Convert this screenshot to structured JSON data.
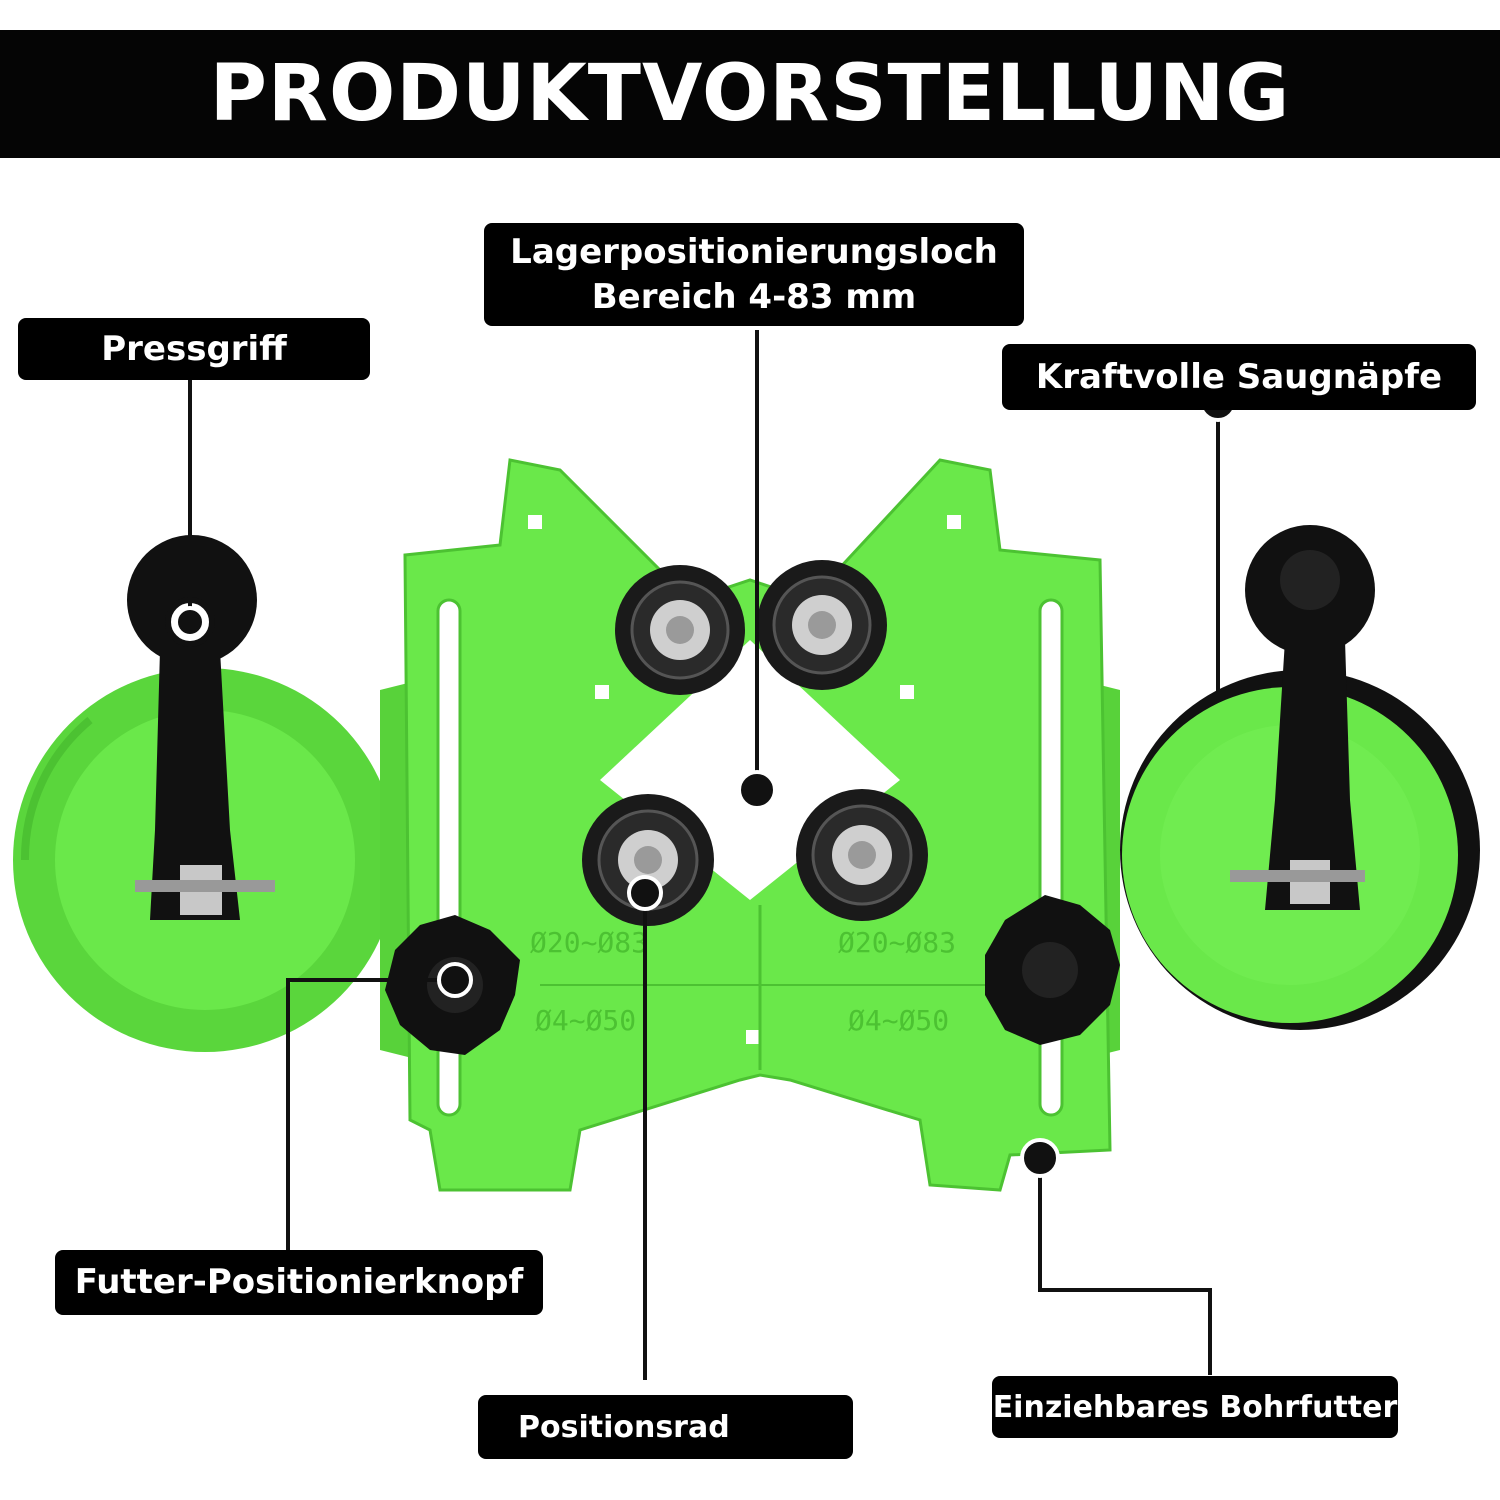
{
  "header": {
    "title": "PRODUKTVORSTELLUNG"
  },
  "callouts": {
    "bearing_hole_line1": "Lagerpositionierungsloch",
    "bearing_hole_line2": "Bereich 4-83 mm",
    "press_handle": "Pressgriff",
    "suction_cups": "Kraftvolle Saugnäpfe",
    "chuck_knob": "Futter-Positionierknopf",
    "position_wheel": "Positionsrad",
    "retractable_chuck": "Einziehbares Bohrfutter"
  },
  "product": {
    "scale_labels": [
      "Ø20~Ø83",
      "Ø20~Ø83",
      "Ø4~Ø50",
      "Ø4~Ø50"
    ]
  },
  "colors": {
    "banner": "#050505",
    "tool_green": "#6ae84a",
    "tool_green_dark": "#4cc232",
    "knob_black": "#111111"
  }
}
